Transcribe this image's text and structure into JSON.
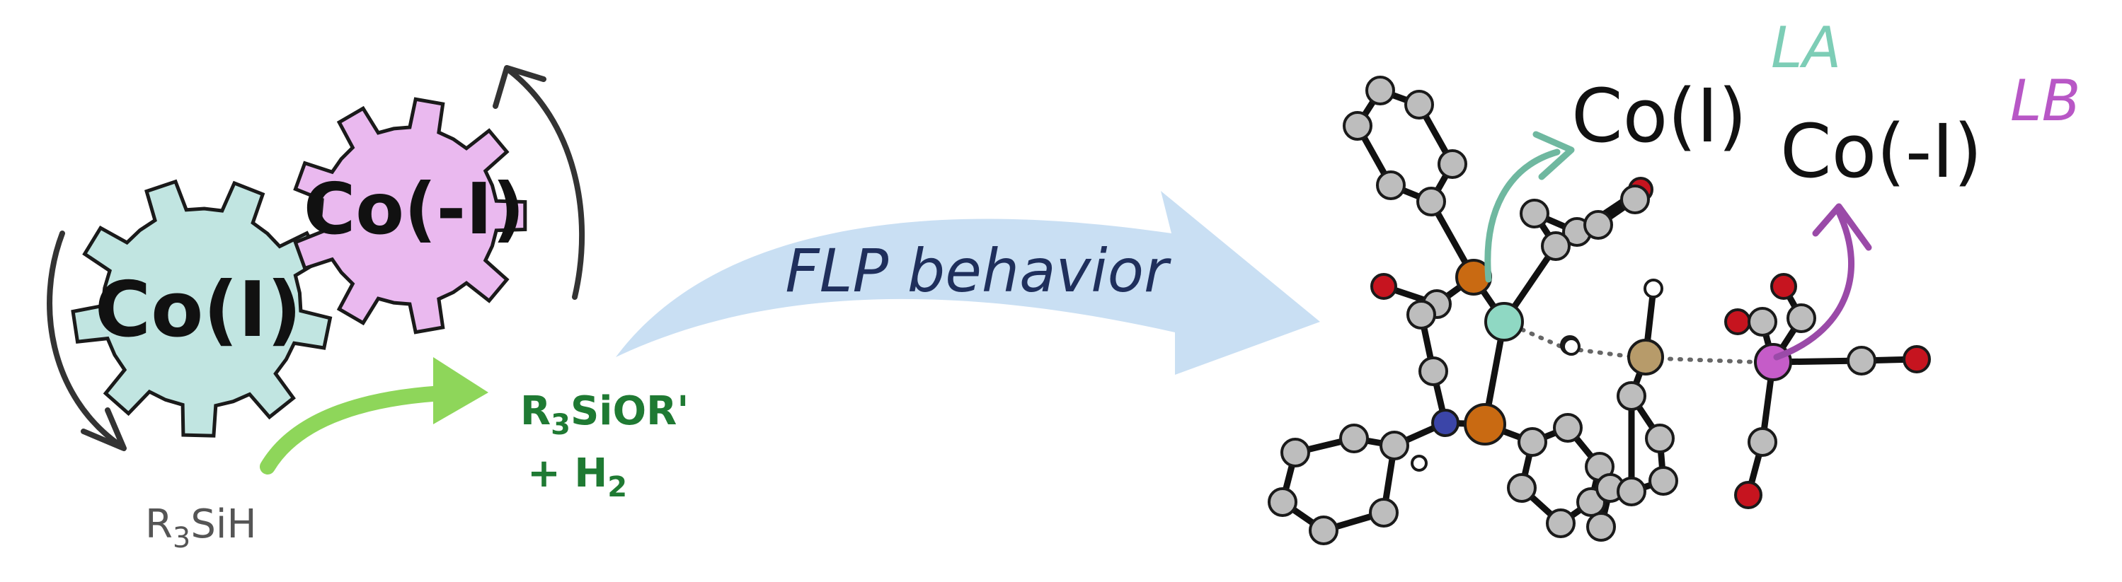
{
  "gears": {
    "cobalt_one": "Co(I)",
    "cobalt_minus_one": "Co(-I)"
  },
  "reagent": {
    "main": "R",
    "sub": "3",
    "rest": "SiH"
  },
  "product": {
    "line1_main": "R",
    "line1_sub": "3",
    "line1_rest": "SiOR'",
    "line2_main": "+ H",
    "line2_sub": "2"
  },
  "arrow_label": "FLP behavior",
  "molecule": {
    "label_co_one": "Co(I)",
    "label_la": "LA",
    "label_co_minus_one": "Co(-I)",
    "label_lb": "LB"
  },
  "colors": {
    "gear_teal": "#c1e5e1",
    "gear_pink": "#eab9ef",
    "green_arrow": "#8ed65a",
    "product_green": "#1f7a33",
    "flp_arrow": "#c9dff3",
    "flp_text": "#1f2f5c",
    "la_teal": "#7dcdb6",
    "lb_purple": "#b857c6",
    "atom_gray": "#bdbdbd",
    "atom_orange": "#c96a12",
    "atom_red": "#c6141f",
    "atom_blue": "#3b45a8",
    "atom_tan": "#b79b6a",
    "atom_teal": "#8fd8c3",
    "atom_magenta": "#c55cc8"
  }
}
